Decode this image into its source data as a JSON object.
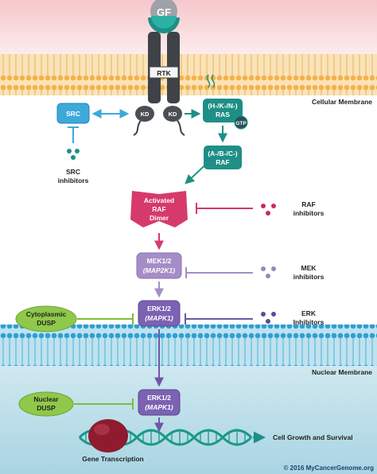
{
  "ligand": {
    "label": "GF"
  },
  "receptor": {
    "label": "RTK",
    "kinase_domain_label": "KD"
  },
  "membranes": {
    "cellular": "Cellular Membrane",
    "nuclear": "Nuclear Membrane"
  },
  "nodes": {
    "src": "SRC",
    "ras_line1": "(H-/K-/N-)",
    "ras_line2": "RAS",
    "gtp": "GTP",
    "raf_line1": "(A-/B-/C-)",
    "raf_line2": "RAF",
    "dimer_line1": "Activated",
    "dimer_line2": "RAF",
    "dimer_line3": "Dimer",
    "mek_line1": "MEK1/2",
    "mek_line2": "(MAP2K1)",
    "erk_cyto_line1": "ERK1/2",
    "erk_cyto_line2": "(MAPK1)",
    "erk_nuc_line1": "ERK1/2",
    "erk_nuc_line2": "(MAPK1)",
    "cyto_dusp_line1": "Cytoplasmic",
    "cyto_dusp_line2": "DUSP",
    "nuc_dusp_line1": "Nuclear",
    "nuc_dusp_line2": "DUSP"
  },
  "inhibitors": {
    "src_line1": "SRC",
    "src_line2": "inhibitors",
    "raf_line1": "RAF",
    "raf_line2": "inhibitors",
    "mek_line1": "MEK",
    "mek_line2": "inhibitors",
    "erk_line1": "ERK",
    "erk_line2": "Inhibitors"
  },
  "outputs": {
    "gene_transcription": "Gene Transcription",
    "growth": "Cell Growth and Survival"
  },
  "footer": {
    "copyright": "© 2016 MyCancerGenome.org"
  },
  "colors": {
    "teal": "#1e8f86",
    "raf_pink": "#d63a6b",
    "lavender": "#a58ec7",
    "purple": "#6f57a8",
    "green": "#7dbb3c",
    "dna_teal": "#1a9988",
    "sky": "#3ea8da"
  }
}
